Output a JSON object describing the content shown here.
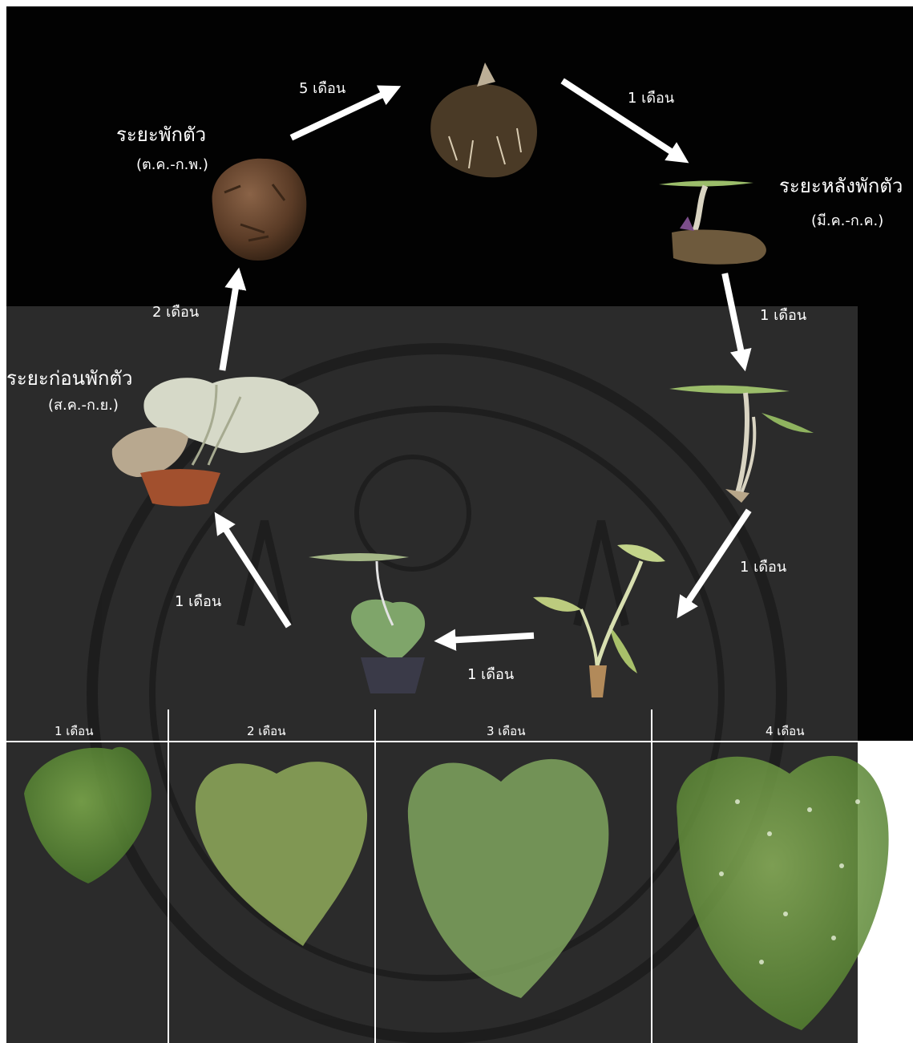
{
  "stages": {
    "dormant": {
      "title": "ระยะพักตัว",
      "period": "(ต.ค.-ก.พ.)"
    },
    "post_dormant": {
      "title": "ระยะหลังพักตัว",
      "period": "(มี.ค.-ก.ค.)"
    },
    "pre_dormant": {
      "title": "ระยะก่อนพักตัว",
      "period": "(ส.ค.-ก.ย.)"
    }
  },
  "transitions": [
    "5 เดือน",
    "1 เดือน",
    "1 เดือน",
    "1 เดือน",
    "1 เดือน",
    "1 เดือน",
    "2 เดือน"
  ],
  "leaf_growth": [
    "1 เดือน",
    "2 เดือน",
    "3 เดือน",
    "4 เดือน"
  ],
  "colors": {
    "background_top": "#020202",
    "background_main": "#2b2b2b",
    "text": "#ffffff",
    "arrow": "#ffffff",
    "leaf_green": "#6f9a3f",
    "tuber_brown": "#6a4a33"
  }
}
